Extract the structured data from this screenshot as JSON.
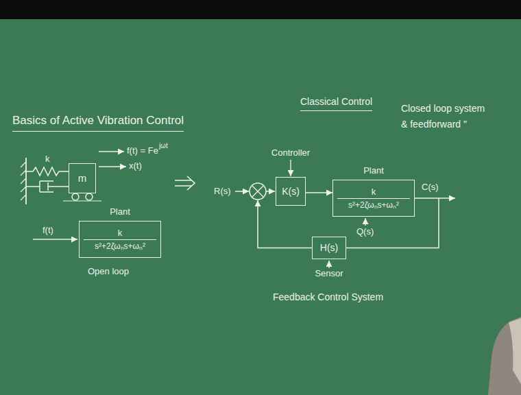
{
  "diagram": {
    "title": "Basics of Active Vibration Control",
    "nodes": [
      {
        "text": [
          "m"
        ]
      },
      {
        "text": [
          "Plant",
          "k",
          "s²+2ζωₙs+ωₙ²"
        ]
      },
      {
        "text": [
          "Controller",
          "K(s)"
        ]
      },
      {
        "text": [
          "Plant",
          "k",
          "s²+2ζωₙs+ωₙ²"
        ]
      },
      {
        "text": [
          "H(s)",
          "Sensor"
        ]
      }
    ],
    "edges": [
      {
        "from": 2,
        "to": 3,
        "arrow": "to"
      },
      {
        "from": 3,
        "to": 4,
        "arrow": "none"
      }
    ],
    "labels": [
      "Classical Control",
      "Closed loop system",
      "& feedforward \"",
      "k",
      "f(t) = Fe",
      "jωt",
      "x(t)",
      "f(t)",
      "Open loop",
      "R(s)",
      "C(s)",
      "Q(s)",
      "Feedback Control System"
    ]
  }
}
